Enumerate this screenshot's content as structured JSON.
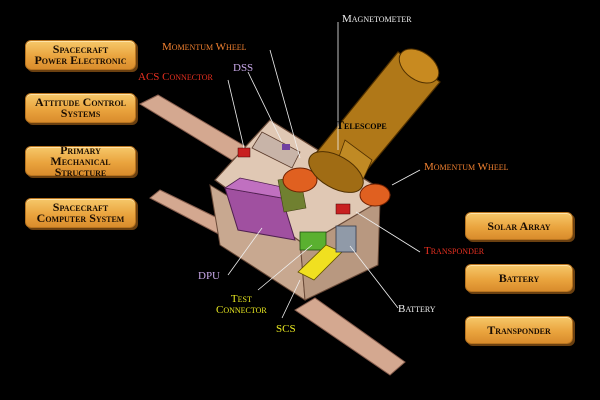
{
  "buttons": {
    "spacecraft_power_electronic": [
      "Spacecraft",
      "Power Electronic"
    ],
    "attitude_control_systems": [
      "Attitude Control",
      "Systems"
    ],
    "primary_mechanical_structure": [
      "Primary",
      "Mechanical Structure"
    ],
    "spacecraft_computer_system": [
      "Spacecraft",
      "Computer System"
    ],
    "solar_array": [
      "Solar Array"
    ],
    "battery": [
      "Battery"
    ],
    "transponder": [
      "Transponder"
    ]
  },
  "labels": {
    "magnetometer": "Magnetometer",
    "momentum_wheel_top": "Momentum Wheel",
    "dss": "DSS",
    "acs_connector": "ACS Connector",
    "telescope": "Telescope",
    "momentum_wheel_right": "Momentum Wheel",
    "transponder": "Transponder",
    "dpu": "DPU",
    "test_connector": [
      "Test",
      "Connector"
    ],
    "scs": "SCS",
    "battery": "Battery"
  },
  "colors": {
    "button_fill": "#eaa43e",
    "label_white": "#f0f0f0",
    "label_orange": "#f08030",
    "label_red": "#e83020",
    "label_lavender": "#c8a8e8",
    "label_yellow": "#e8e820",
    "label_green": "#90e040",
    "telescope": "#b07818",
    "body": "#d8b8a0",
    "dpu_box": "#a050a0"
  }
}
